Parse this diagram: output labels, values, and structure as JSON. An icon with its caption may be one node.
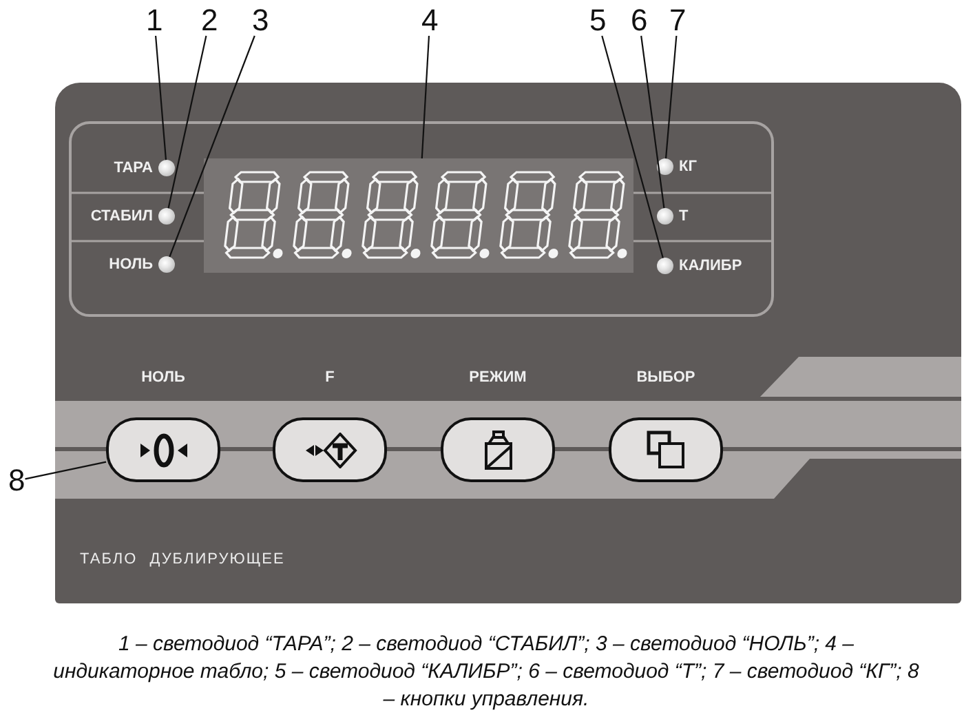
{
  "diagram": {
    "caption": "1 – светодиод “ТАРА”; 2 – светодиод “СТАБИЛ”; 3 – светодиод “НОЛЬ”; 4 – индикаторное табло; 5 – светодиод “КАЛИБР”; 6 – светодиод “Т”; 7 – светодиод “КГ”; 8 – кнопки управления.",
    "nodes": [
      {
        "text": [
          "1"
        ]
      },
      {
        "text": [
          "2"
        ]
      },
      {
        "text": [
          "3"
        ]
      },
      {
        "text": [
          "4"
        ]
      },
      {
        "text": [
          "5"
        ]
      },
      {
        "text": [
          "6"
        ]
      },
      {
        "text": [
          "7"
        ]
      },
      {
        "text": [],
        "shape": "circle",
        "beside": [
          "ТАРА"
        ]
      },
      {
        "text": [],
        "shape": "circle",
        "beside": [
          "СТАБИЛ"
        ]
      },
      {
        "text": [],
        "shape": "circle",
        "beside": [
          "НОЛЬ"
        ]
      },
      {
        "text": [],
        "shape": "box"
      },
      {
        "text": [],
        "shape": "circle",
        "beside": [
          "КГ"
        ]
      },
      {
        "text": [],
        "shape": "circle",
        "beside": [
          "Т"
        ]
      },
      {
        "text": [],
        "shape": "circle",
        "beside": [
          "КАЛИБР"
        ]
      },
      {
        "text": [],
        "shape": "box",
        "beside": [
          "НОЛЬ"
        ]
      },
      {
        "text": [],
        "shape": "box",
        "beside": [
          "F"
        ]
      },
      {
        "text": [],
        "shape": "box",
        "beside": [
          "РЕЖИМ"
        ]
      },
      {
        "text": [],
        "shape": "box",
        "beside": [
          "ВЫБОР"
        ]
      },
      {
        "text": [
          "8"
        ]
      }
    ],
    "edges": [
      {
        "from": 0,
        "to": 7,
        "arrow": "none"
      },
      {
        "from": 1,
        "to": 8,
        "arrow": "none"
      },
      {
        "from": 2,
        "to": 9,
        "arrow": "none"
      },
      {
        "from": 3,
        "to": 10,
        "arrow": "none"
      },
      {
        "from": 4,
        "to": 13,
        "arrow": "none"
      },
      {
        "from": 5,
        "to": 12,
        "arrow": "none"
      },
      {
        "from": 6,
        "to": 11,
        "arrow": "none"
      },
      {
        "from": 18,
        "to": 14,
        "arrow": "none"
      }
    ],
    "labels": [
      "ТАБЛО ДУБЛИРУЮЩЕЕ"
    ]
  }
}
